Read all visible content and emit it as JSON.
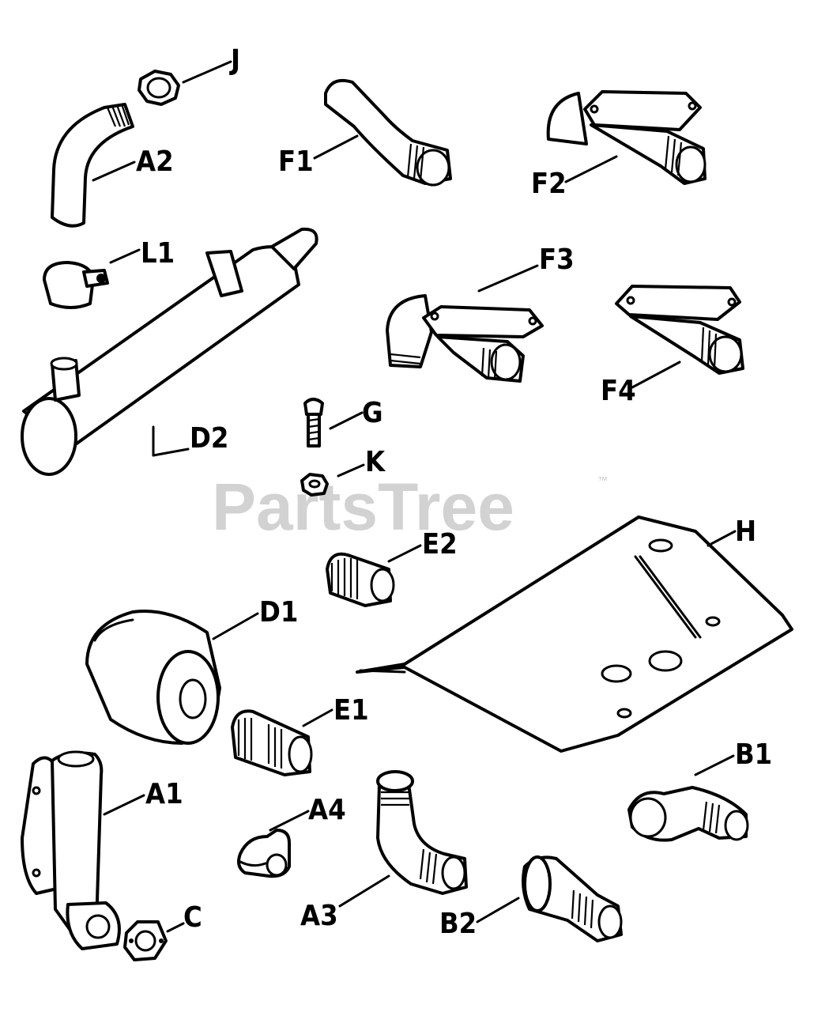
{
  "diagram": {
    "watermark": "PartsTree",
    "trademark": "™",
    "callouts": {
      "J": "J",
      "A2": "A2",
      "F1": "F1",
      "F2": "F2",
      "L1": "L1",
      "F3": "F3",
      "F4": "F4",
      "G": "G",
      "D2": "D2",
      "K": "K",
      "H": "H",
      "E2": "E2",
      "D1": "D1",
      "E1": "E1",
      "B1": "B1",
      "A1": "A1",
      "A4": "A4",
      "C": "C",
      "A3": "A3",
      "B2": "B2"
    }
  }
}
